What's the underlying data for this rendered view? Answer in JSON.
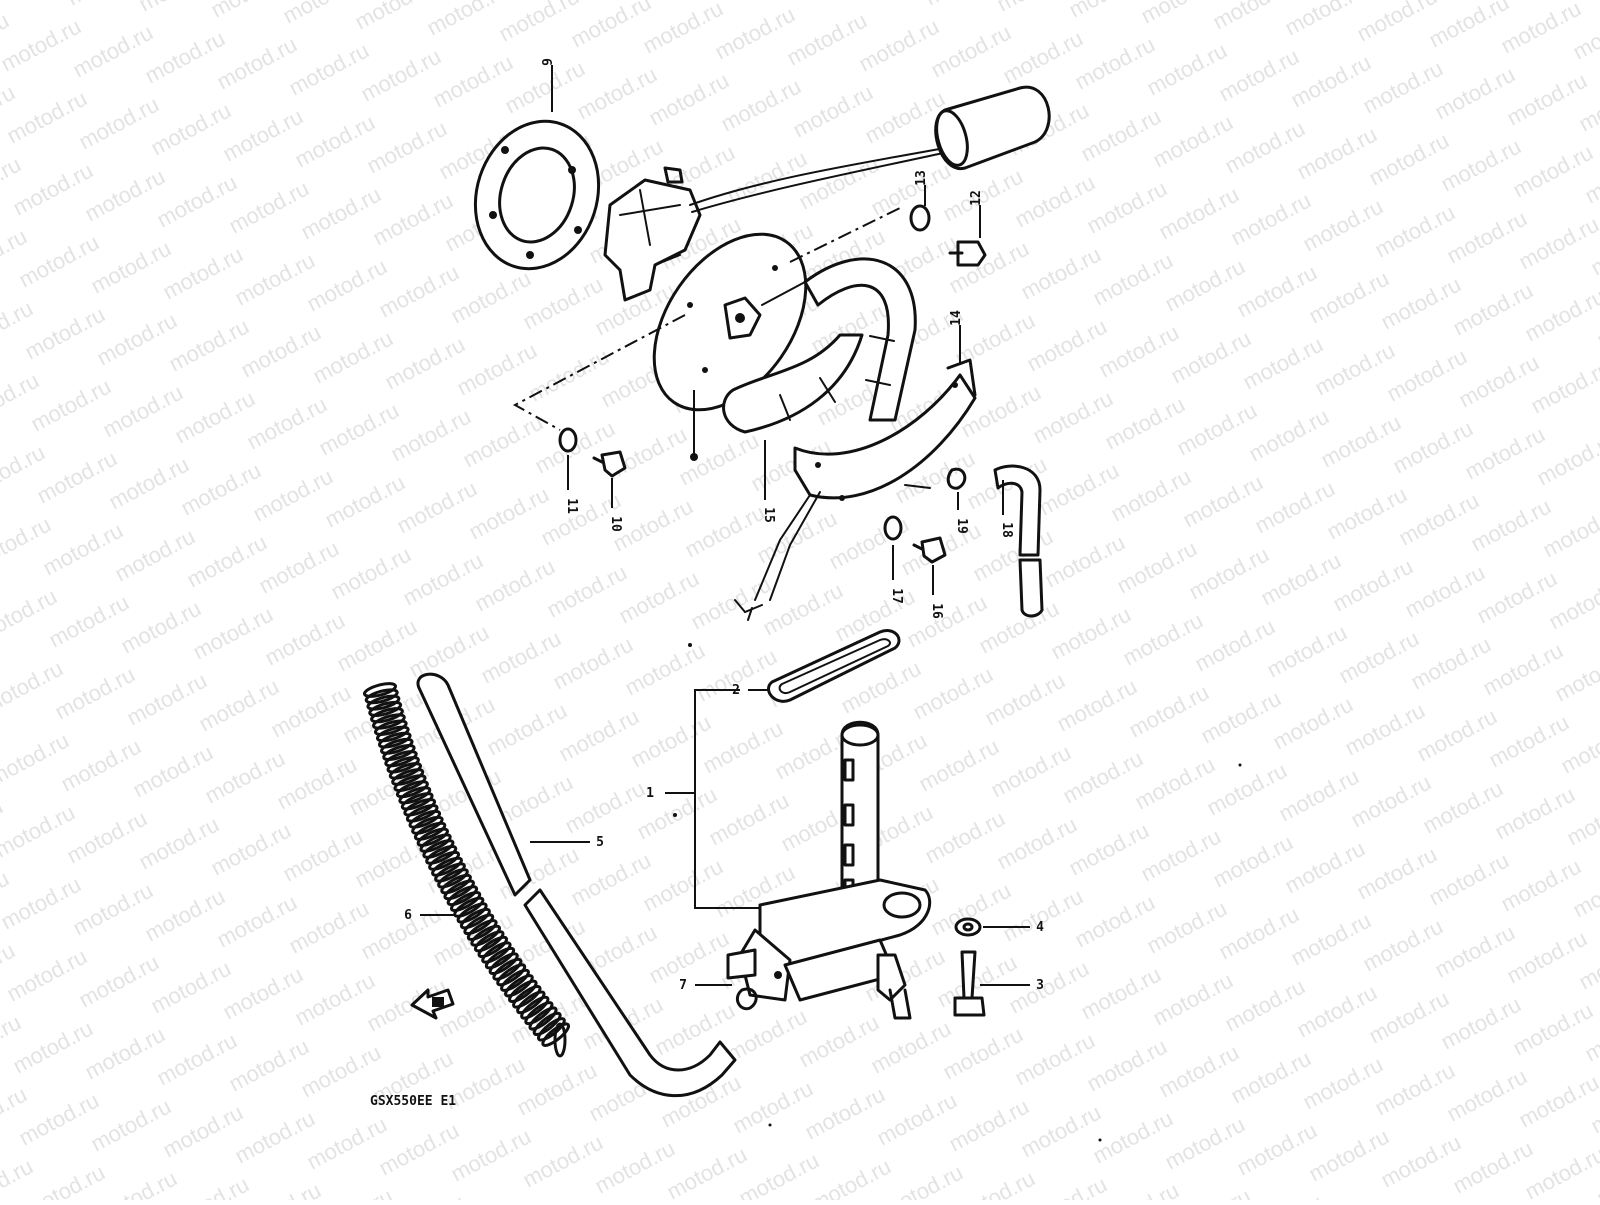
{
  "watermark": {
    "text": "motod.ru"
  },
  "model_code": "GSX550EE E1",
  "parts": [
    {
      "id": "9",
      "label": "9"
    },
    {
      "id": "13",
      "label": "13"
    },
    {
      "id": "12",
      "label": "12"
    },
    {
      "id": "14",
      "label": "14"
    },
    {
      "id": "11",
      "label": "11"
    },
    {
      "id": "10",
      "label": "10"
    },
    {
      "id": "15",
      "label": "15"
    },
    {
      "id": "19",
      "label": "19"
    },
    {
      "id": "18",
      "label": "18"
    },
    {
      "id": "17",
      "label": "17"
    },
    {
      "id": "16",
      "label": "16"
    },
    {
      "id": "2",
      "label": "2"
    },
    {
      "id": "1",
      "label": "1"
    },
    {
      "id": "5",
      "label": "5"
    },
    {
      "id": "6",
      "label": "6"
    },
    {
      "id": "4",
      "label": "4"
    },
    {
      "id": "7",
      "label": "7"
    },
    {
      "id": "3",
      "label": "3"
    }
  ]
}
